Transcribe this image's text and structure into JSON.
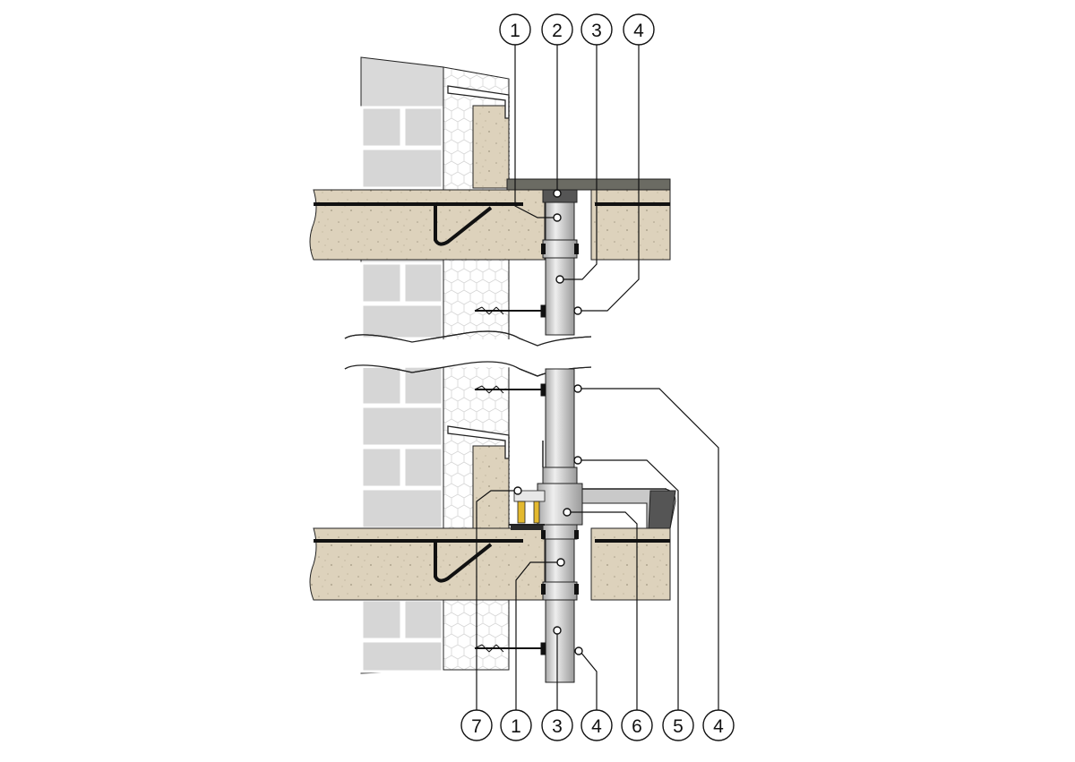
{
  "callouts_top": [
    "1",
    "2",
    "3",
    "4"
  ],
  "callouts_bottom": [
    "7",
    "1",
    "3",
    "4",
    "6",
    "5",
    "4"
  ],
  "colors": {
    "concrete": "#ddd2bc",
    "brick": "#d9d9d9",
    "pipe": "#cfcfcf",
    "insulation": "#ffffff",
    "membrane": "#111111",
    "yellow_part": "#e3b92f",
    "slab_cap": "#6b6b63"
  }
}
